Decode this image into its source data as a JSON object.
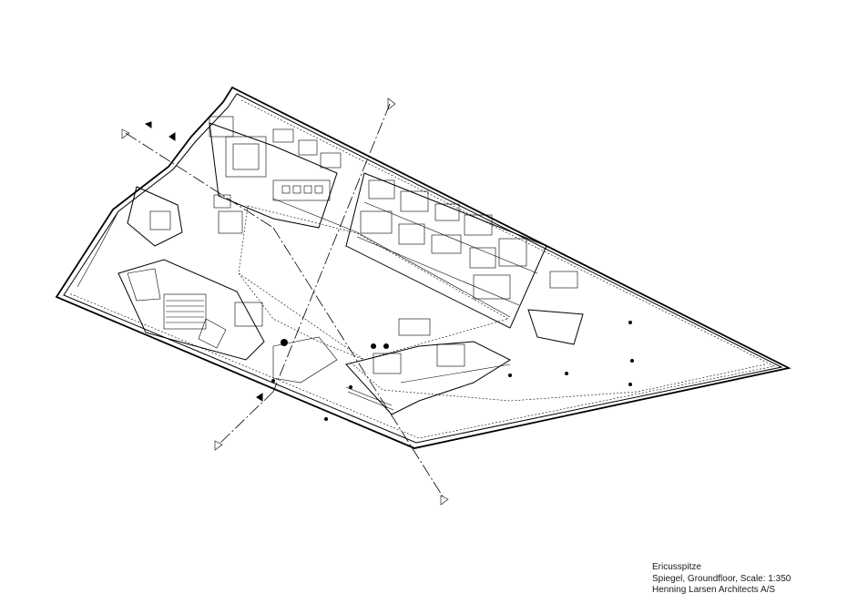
{
  "caption": {
    "project": "Ericusspitze",
    "drawing": "Spiegel, Groundfloor, Scale: 1:350",
    "architect": "Henning Larsen Architects A/S"
  },
  "colors": {
    "line": "#000000",
    "background": "#ffffff",
    "text": "#1a1a1a"
  }
}
